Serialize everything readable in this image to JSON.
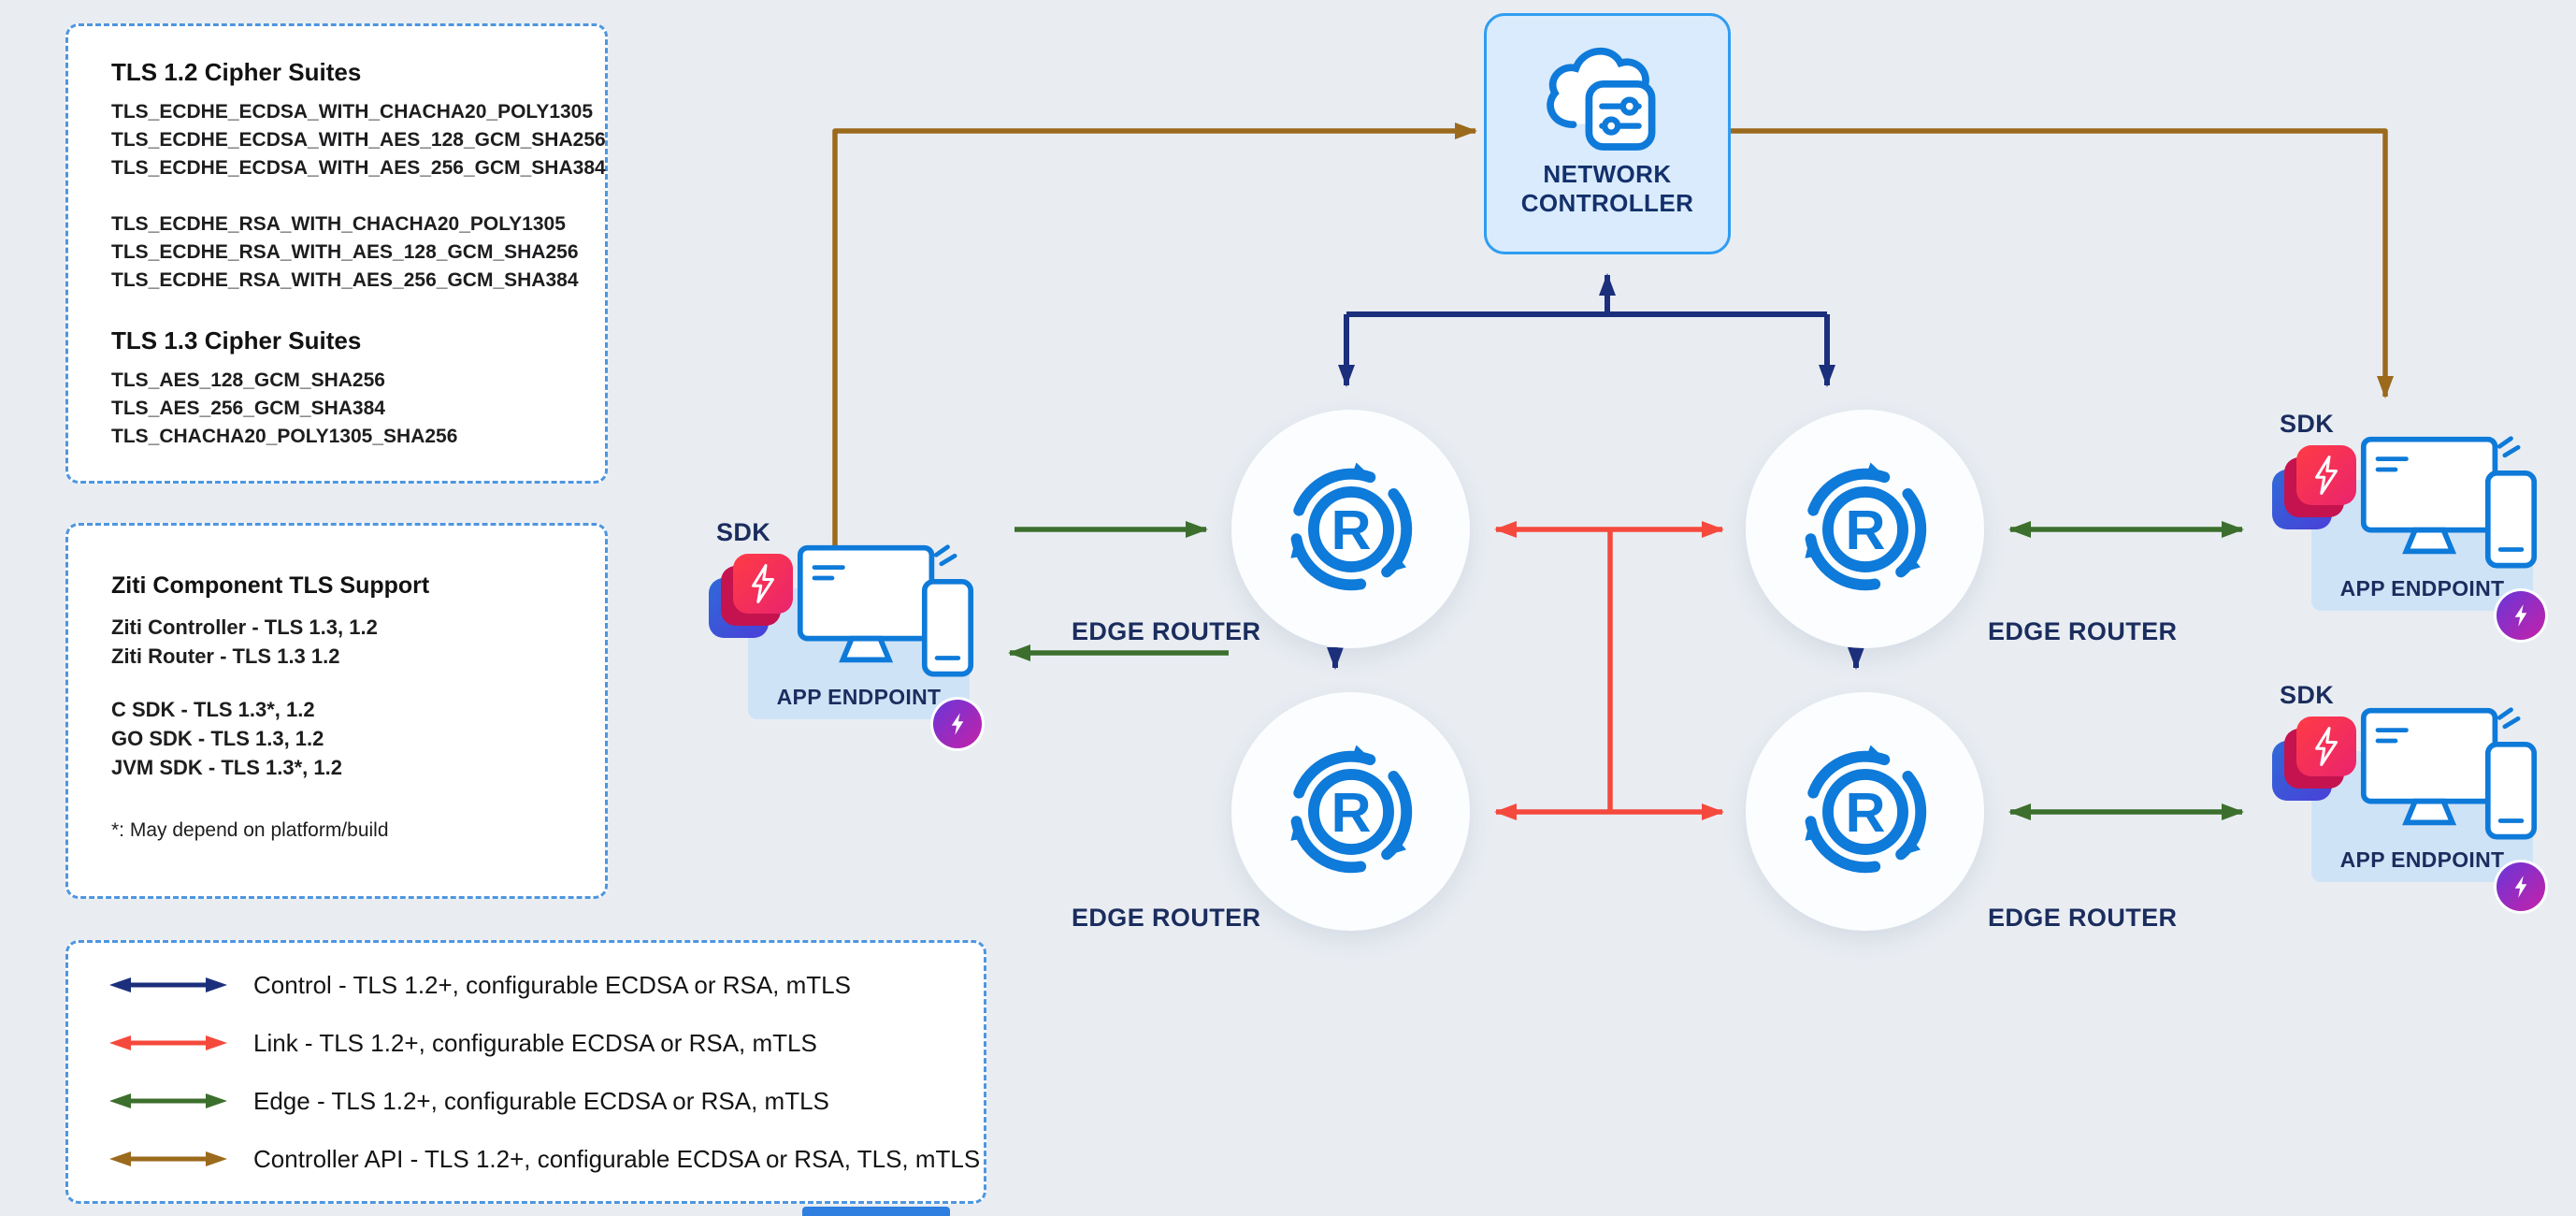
{
  "colors": {
    "control": "#1c2f7c",
    "link": "#f5493d",
    "edge": "#3c6f2d",
    "api": "#9b6a1c",
    "icon_blue": "#0e7ad9",
    "navy": "#1b2d5e"
  },
  "cipher_panel": {
    "tls12_title": "TLS 1.2 Cipher Suites",
    "tls12_ecdsa": [
      "TLS_ECDHE_ECDSA_WITH_CHACHA20_POLY1305",
      "TLS_ECDHE_ECDSA_WITH_AES_128_GCM_SHA256",
      "TLS_ECDHE_ECDSA_WITH_AES_256_GCM_SHA384"
    ],
    "tls12_rsa": [
      "TLS_ECDHE_RSA_WITH_CHACHA20_POLY1305",
      "TLS_ECDHE_RSA_WITH_AES_128_GCM_SHA256",
      "TLS_ECDHE_RSA_WITH_AES_256_GCM_SHA384"
    ],
    "tls13_title": "TLS 1.3 Cipher Suites",
    "tls13": [
      "TLS_AES_128_GCM_SHA256",
      "TLS_AES_256_GCM_SHA384",
      "TLS_CHACHA20_POLY1305_SHA256"
    ]
  },
  "ziti_panel": {
    "title": "Ziti Component TLS Support",
    "core": [
      "Ziti Controller - TLS 1.3, 1.2",
      "Ziti Router - TLS 1.3 1.2"
    ],
    "sdks": [
      "C SDK - TLS 1.3*, 1.2",
      "GO SDK - TLS 1.3, 1.2",
      "JVM SDK - TLS 1.3*, 1.2"
    ],
    "footnote": "*: May depend on platform/build"
  },
  "legend": {
    "items": [
      {
        "label": "Control - TLS 1.2+, configurable ECDSA or RSA, mTLS",
        "color": "#1c2f7c"
      },
      {
        "label": "Link - TLS 1.2+, configurable ECDSA or RSA, mTLS",
        "color": "#f5493d"
      },
      {
        "label": "Edge - TLS 1.2+, configurable ECDSA or RSA, mTLS",
        "color": "#3c6f2d"
      },
      {
        "label": "Controller API - TLS 1.2+, configurable ECDSA or RSA, TLS, mTLS",
        "color": "#9b6a1c"
      }
    ]
  },
  "controller": {
    "line1": "NETWORK",
    "line2": "CONTROLLER"
  },
  "router": {
    "label": "EDGE ROUTER",
    "letter": "R"
  },
  "endpoint": {
    "sdk_label": "SDK",
    "label": "APP ENDPOINT"
  }
}
